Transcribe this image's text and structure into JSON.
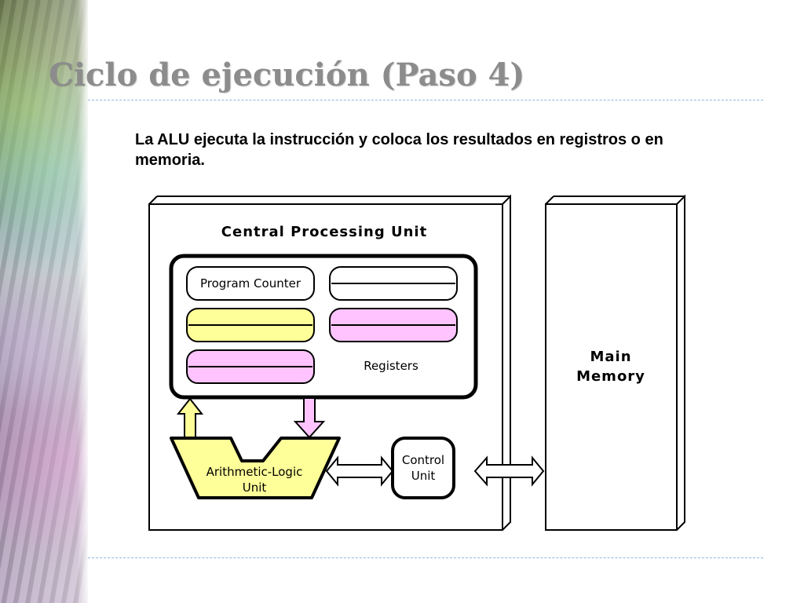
{
  "slide": {
    "title": "Ciclo de ejecución (Paso 4)",
    "body": "La ALU ejecuta la instrucción y coloca los resultados en registros o en memoria."
  },
  "diagram": {
    "cpu_title": "Central Processing Unit",
    "program_counter": "Program Counter",
    "registers_label": "Registers",
    "alu_line_1": "Arithmetic-Logic",
    "alu_line_2": "Unit",
    "control_line_1": "Control",
    "control_line_2": "Unit",
    "memory_line_1": "Main",
    "memory_line_2": "Memory"
  },
  "colors": {
    "yellow": "#ffff99",
    "pink": "#ffc4ff",
    "gray": "#8c8c8c",
    "black": "#000000",
    "white": "#ffffff"
  }
}
